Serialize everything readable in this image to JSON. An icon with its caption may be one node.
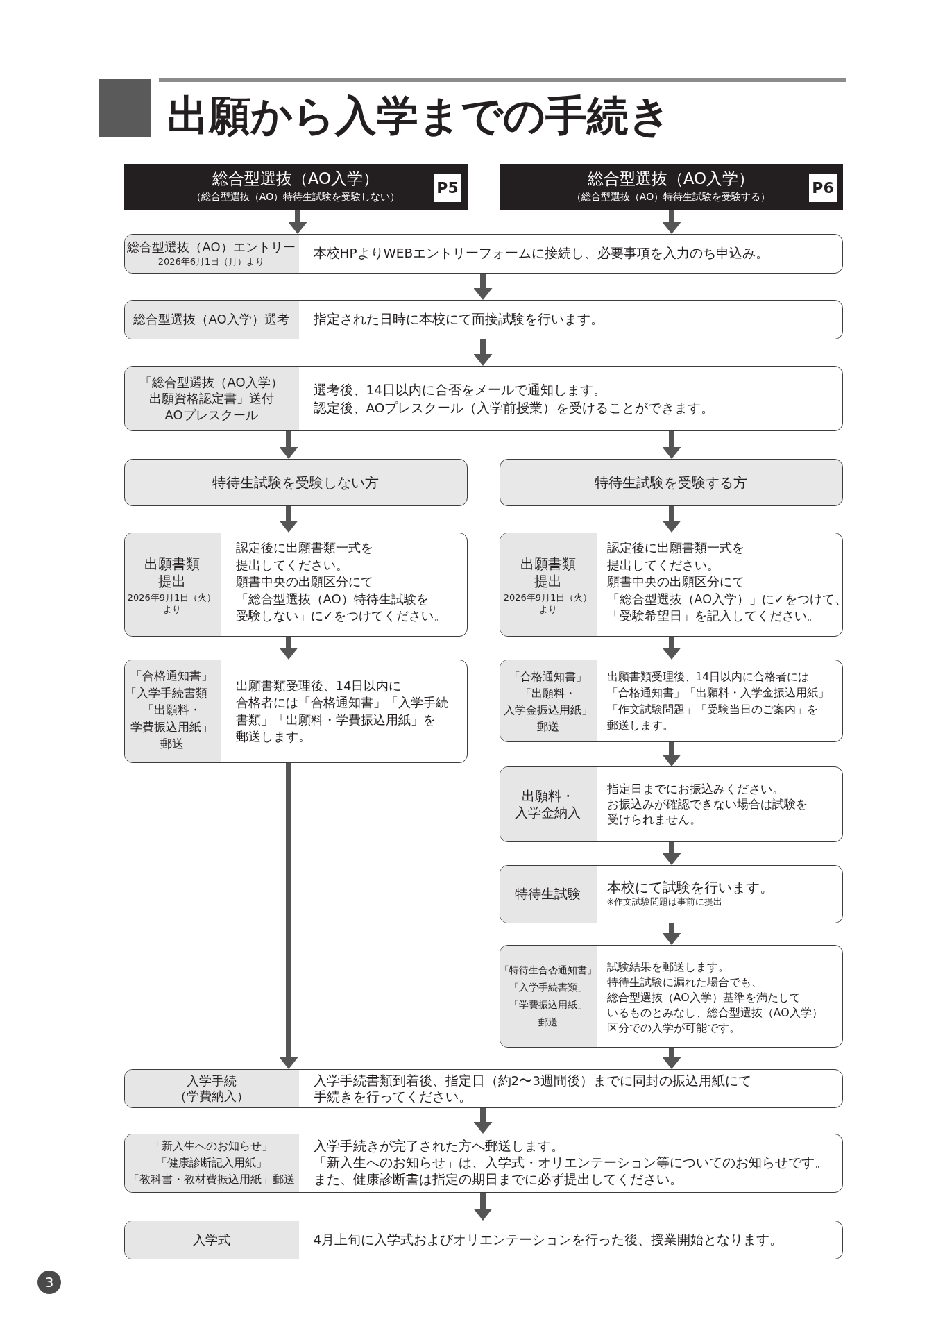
{
  "diagram": {
    "title": "出願から入学までの手続き",
    "nodes": [
      {
        "text": [
          "総合型選抜（AO入学）",
          "（総合型選抜（AO）特待生試験を受験しない）",
          "P5"
        ]
      },
      {
        "text": [
          "総合型選抜（AO入学）",
          "（総合型選抜（AO）特待生試験を受験する）",
          "P6"
        ]
      },
      {
        "text": [
          "総合型選抜（AO）エントリー",
          "2026年6月1日（月）より",
          "本校HPよりWEBエントリーフォームに接続し、必要事項を入力のち申込み。"
        ]
      },
      {
        "text": [
          "総合型選抜（AO入学）選考",
          "指定された日時に本校にて面接試験を行います。"
        ]
      },
      {
        "text": [
          "「総合型選抜（AO入学）出願資格認定書」送付",
          "AOプレスクール",
          "選考後、14日以内に合否をメールで通知します。認定後、AOプレスクール（入学前授業）を受けることができます。"
        ]
      },
      {
        "text": [
          "特待生試験を受験しない方"
        ]
      },
      {
        "text": [
          "特待生試験を受験する方"
        ]
      },
      {
        "text": [
          "出願書類提出",
          "2026年9月1日（火）より",
          "認定後に出願書類一式を提出してください。願書中央の出願区分にて「総合型選抜（AO）特待生試験を受験しない」に✓をつけてください。"
        ]
      },
      {
        "text": [
          "出願書類提出",
          "2026年9月1日（火）より",
          "認定後に出願書類一式を提出してください。願書中央の出願区分にて「総合型選抜（AO入学）」に✓をつけて、「受験希望日」を記入してください。"
        ]
      },
      {
        "text": [
          "「合格通知書」「入学手続書類」「出願料・学費振込用紙」郵送",
          "出願書類受理後、14日以内に合格者には「合格通知書」「入学手続書類」「出願料・学費振込用紙」を郵送します。"
        ]
      },
      {
        "text": [
          "「合格通知書」「出願料・入学金振込用紙」郵送",
          "出願書類受理後、14日以内に合格者には「合格通知書」「出願料・入学金振込用紙」「作文試験問題」「受験当日のご案内」を郵送します。"
        ]
      },
      {
        "text": [
          "出願料・入学金納入",
          "指定日までにお振込みください。お振込みが確認できない場合は試験を受けられません。"
        ]
      },
      {
        "text": [
          "特待生試験",
          "本校にて試験を行います。",
          "※作文試験問題は事前に提出"
        ]
      },
      {
        "text": [
          "「特待生合否通知書」「入学手続書類」「学費振込用紙」郵送",
          "試験結果を郵送します。特待生試験に漏れた場合でも、総合型選抜（AO入学）基準を満たしているものとみなし、総合型選抜（AO入学）区分での入学が可能です。"
        ]
      },
      {
        "text": [
          "入学手続（学費納入）",
          "入学手続書類到着後、指定日（約2〜3週間後）までに同封の振込用紙にて手続きを行ってください。"
        ]
      },
      {
        "text": [
          "「新入生へのお知らせ」「健康診断記入用紙」「教科書・教材費振込用紙」郵送",
          "入学手続きが完了された方へ郵送します。「新入生へのお知らせ」は、入学式・オリエンテーション等についてのお知らせです。また、健康診断書は指定の期日までに必ず提出してください。"
        ]
      },
      {
        "text": [
          "入学式",
          "4月上旬に入学式およびオリエンテーションを行った後、授業開始となります。"
        ]
      }
    ],
    "edges": [
      {
        "from": 0,
        "to": 2,
        "arrow": "to"
      },
      {
        "from": 1,
        "to": 2,
        "arrow": "to"
      },
      {
        "from": 2,
        "to": 3,
        "arrow": "to"
      },
      {
        "from": 3,
        "to": 4,
        "arrow": "to"
      },
      {
        "from": 4,
        "to": 5,
        "arrow": "to"
      },
      {
        "from": 4,
        "to": 6,
        "arrow": "to"
      },
      {
        "from": 5,
        "to": 7,
        "arrow": "to"
      },
      {
        "from": 6,
        "to": 8,
        "arrow": "to"
      },
      {
        "from": 7,
        "to": 9,
        "arrow": "to"
      },
      {
        "from": 8,
        "to": 10,
        "arrow": "to"
      },
      {
        "from": 10,
        "to": 11,
        "arrow": "to"
      },
      {
        "from": 11,
        "to": 12,
        "arrow": "to"
      },
      {
        "from": 12,
        "to": 13,
        "arrow": "to"
      },
      {
        "from": 9,
        "to": 14,
        "arrow": "to"
      },
      {
        "from": 13,
        "to": 14,
        "arrow": "to"
      },
      {
        "from": 14,
        "to": 15,
        "arrow": "to"
      },
      {
        "from": 15,
        "to": 16,
        "arrow": "to"
      }
    ],
    "labels": [
      "3"
    ]
  }
}
